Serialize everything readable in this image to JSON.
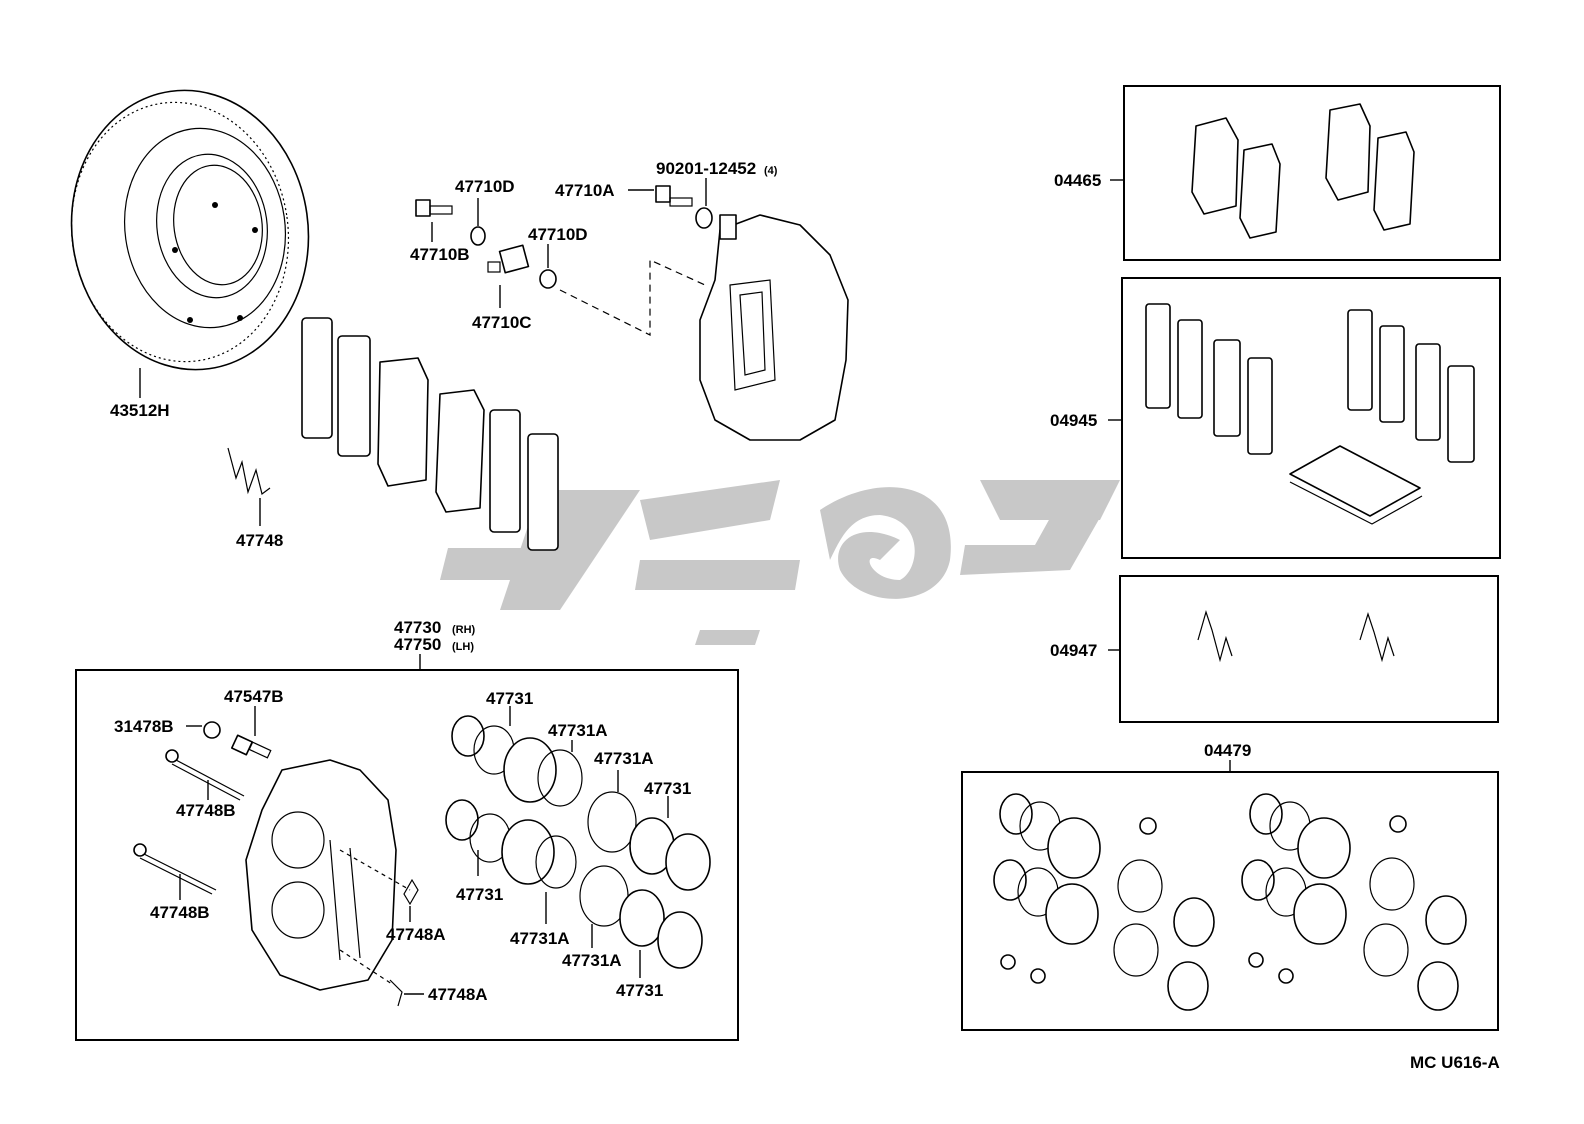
{
  "labels": {
    "rotor": "43512H",
    "bolt_d1": "47710D",
    "bolt_b": "47710B",
    "bolt_a": "47710A",
    "washer": "90201-12452",
    "washer_qty": "(4)",
    "bolt_d2": "47710D",
    "bolt_c": "47710C",
    "spring_left": "47748",
    "caliper_rh": "47730",
    "caliper_rh_side": "(RH)",
    "caliper_lh": "47750",
    "caliper_lh_side": "(LH)",
    "cap": "31478B",
    "bleeder": "47547B",
    "pin_upper": "47748B",
    "pin_lower": "47748B",
    "clip_upper": "47748A",
    "clip_lower": "47748A",
    "seal_top": "47731",
    "boot_top": "47731A",
    "boot_mid": "47731A",
    "seal_right": "47731",
    "seal_left": "47731",
    "boot_bottom1": "47731A",
    "boot_bottom2": "47731A",
    "seal_bottom": "47731",
    "kit_pads": "04465",
    "kit_shims": "04945",
    "kit_springs": "04947",
    "kit_seals": "04479",
    "footer_code": "MC  U616-A"
  },
  "watermark_color": "#c8c8c8"
}
